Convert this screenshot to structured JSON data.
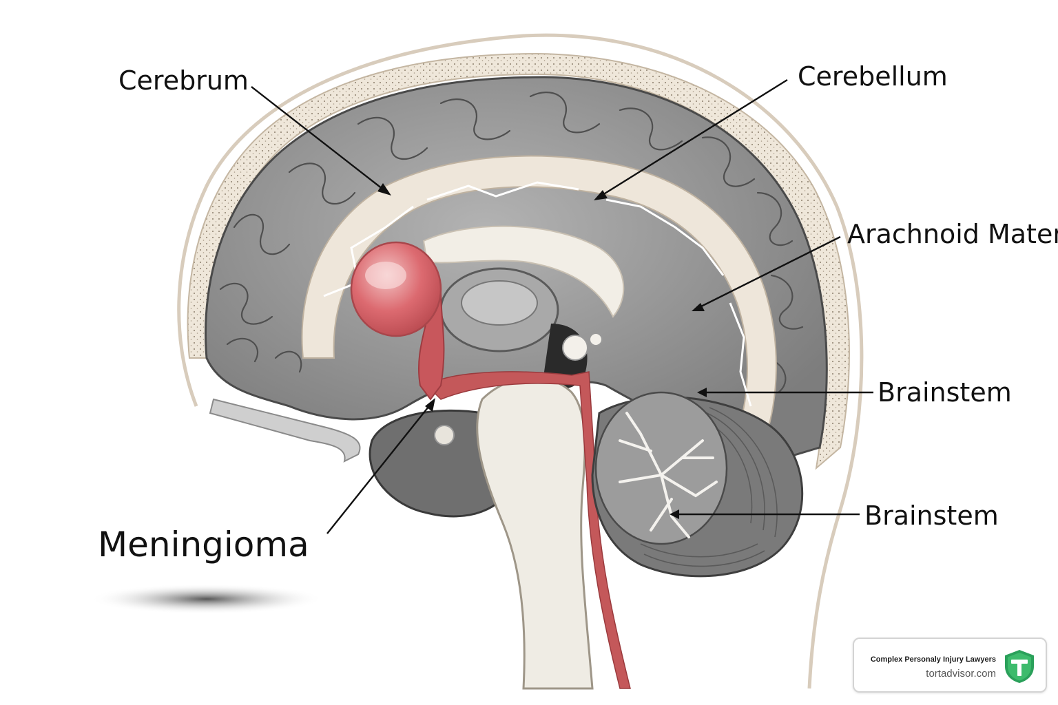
{
  "labels": {
    "cerebrum": "Cerebrum",
    "cerebellum": "Cerebellum",
    "arachnoid": "Arachnoid Mater",
    "brainstem_upper": "Brainstem",
    "brainstem_lower": "Brainstem",
    "meningioma": "Meningioma"
  },
  "badge": {
    "tagline": "Complex Personaly Injury Lawyers",
    "site": "tortadvisor.com",
    "logo_icon": "shield-t-logo-icon"
  },
  "colors": {
    "brain_gray": "#8e8e8e",
    "meninges": "#ece4d8",
    "tumor": "#d85a62",
    "artery": "#c4585a",
    "logo_green": "#2aa05a"
  }
}
